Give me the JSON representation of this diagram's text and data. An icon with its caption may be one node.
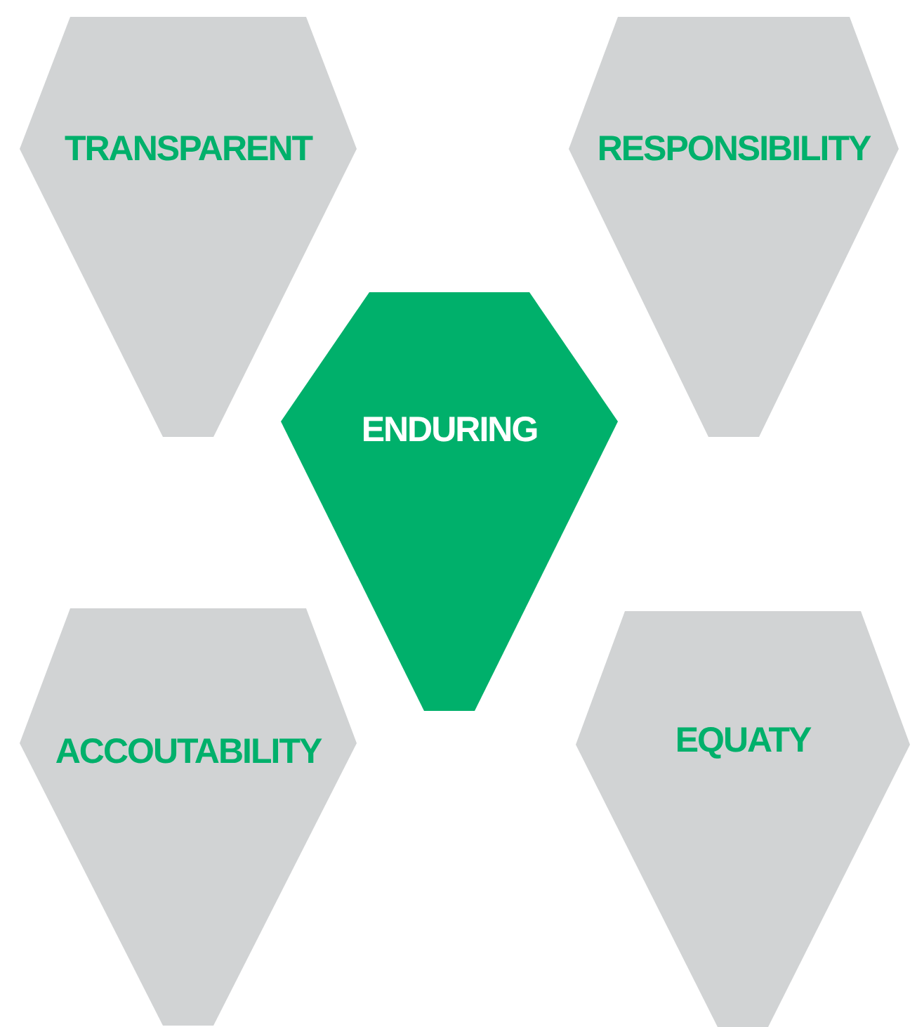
{
  "diagram": {
    "nodes": [
      {
        "text": [
          "TRANSPARENT"
        ]
      },
      {
        "text": [
          "RESPONSIBILITY"
        ]
      },
      {
        "text": [
          "ENDURING"
        ]
      },
      {
        "text": [
          "ACCOUTABILITY"
        ]
      },
      {
        "text": [
          "EQUATY"
        ]
      }
    ]
  }
}
